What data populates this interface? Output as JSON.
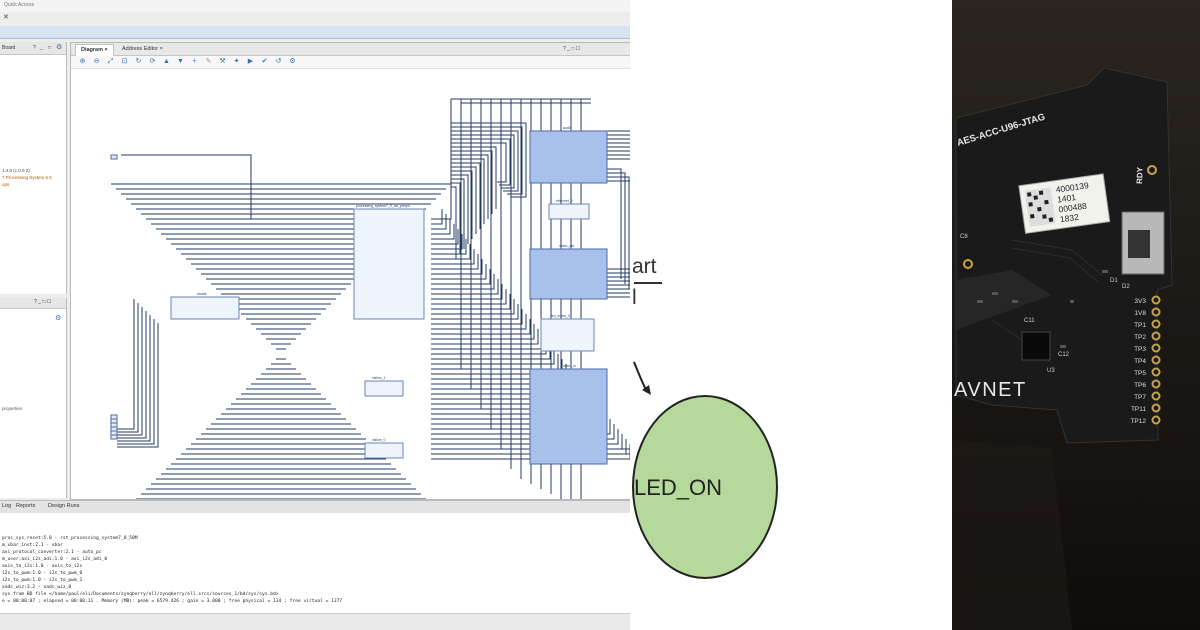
{
  "vivado": {
    "quick_access": "Quick Access",
    "close_glyph": "✕",
    "left_panel": {
      "title": "Board",
      "question": "?",
      "minimize": "_",
      "maximize": "□",
      "tree": [
        "1.4.0 (c.0.0.2)",
        "7 Processing System 5.5",
        "ups"
      ],
      "props_label": "properties"
    },
    "tabs": [
      {
        "label": "Diagram",
        "close": "×"
      },
      {
        "label": "Address Editor",
        "close": "×"
      }
    ],
    "panel_controls": "? _ □ ☐",
    "toolbar_icons": [
      "zoom-in",
      "zoom-out",
      "fit",
      "fit-selection",
      "rotate",
      "refresh",
      "up",
      "down",
      "add",
      "pen",
      "wrench",
      "settings",
      "run",
      "validate",
      "regenerate",
      "gear"
    ],
    "blocks": [
      {
        "name": "audio",
        "color": "#a9c1ea"
      },
      {
        "name": "ethernet_0",
        "color": "#eef4fc"
      },
      {
        "name": "processing_system7_0_axi_periph",
        "color": "#eef4fc"
      },
      {
        "name": "video_out",
        "color": "#a9c1ea"
      },
      {
        "name": "axi_vdma_0",
        "color": "#eef4fc"
      },
      {
        "name": "resets",
        "color": "#eef4fc"
      },
      {
        "name": "video_in",
        "color": "#a9c1ea"
      },
      {
        "name": "xlslice_1",
        "color": "#eef4fc"
      },
      {
        "name": "xlslice_0",
        "color": "#eef4fc"
      }
    ],
    "bottom_tabs": [
      "Log",
      "Reports",
      "Design Runs"
    ],
    "console": [
      "proc_sys_reset:5.0 - rst_processing_system7_0_50M",
      "m_xbar_inst:2.1 - xbar",
      "axi_protocol_converter:2.1 - auto_pc",
      "m_user:axi_i2s_adi:1.0 - axi_i2s_adi_0",
      "axis_to_i2s:1.0 - axis_to_i2s",
      "i2s_to_pwm:1.0 - i2s_to_pwm_0",
      "i2s_to_pwm:1.0 - i2s_to_pwm_1",
      "xadc_wiz:3.2 - xadc_wiz_0",
      "sys from BD file </home/paul/eli/Documents/zynqberry/ell/zynqberry/ell.srcs/sources_1/bd/sys/sys.bd>",
      "e = 00:00:07 ; elapsed = 00:00:11 . Memory (MB): peak = 6579.426 ; gain = 3.000 ; free physical = 134 ; free virtual = 1377"
    ]
  },
  "state_diagram": {
    "start_text": "art",
    "l_text": "l",
    "led_state_label": "LED_ON",
    "led_fill": "#b4d99a"
  },
  "photo": {
    "board_label": "AES-ACC-U96-JTAG",
    "serial_lines": [
      "4000139",
      "1401",
      "000488",
      "1832"
    ],
    "brand": "AVNET",
    "rdy": "RDY",
    "pins": [
      "3V3",
      "1V8",
      "TP1",
      "TP2",
      "TP3",
      "TP4",
      "TP5",
      "TP6",
      "TP7",
      "TP11",
      "TP12"
    ],
    "components": [
      "C11",
      "C12",
      "U3",
      "D1",
      "D2",
      "C8"
    ]
  }
}
